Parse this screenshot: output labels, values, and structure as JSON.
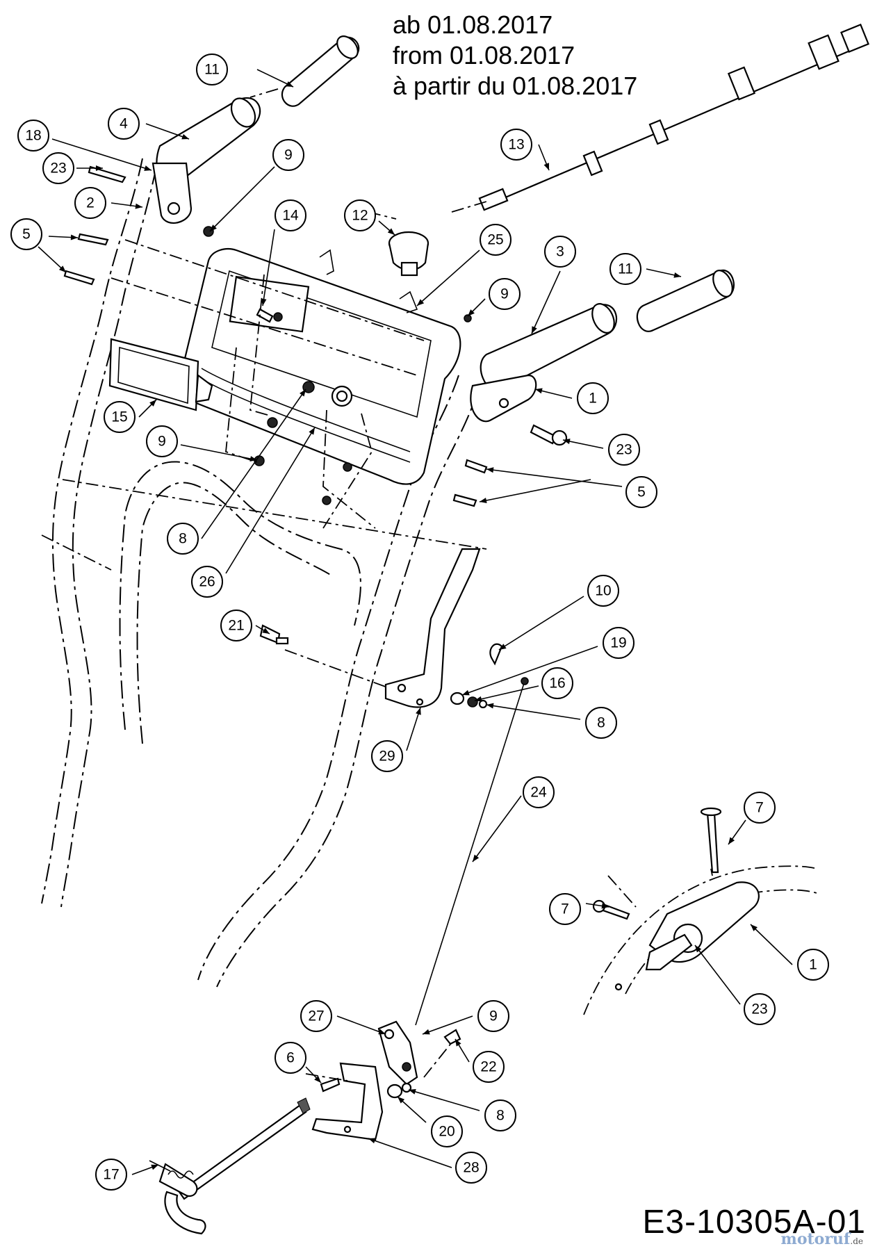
{
  "header": {
    "date_lines": [
      "ab 01.08.2017",
      "from 01.08.2017",
      "à partir du 01.08.2017"
    ]
  },
  "footer": {
    "reference_code": "E3-10305A-01",
    "watermark_main": "motoruf",
    "watermark_domain": ".de"
  },
  "callouts": [
    {
      "id": "c11a",
      "label": "11"
    },
    {
      "id": "c4",
      "label": "4"
    },
    {
      "id": "c18",
      "label": "18"
    },
    {
      "id": "c23a",
      "label": "23"
    },
    {
      "id": "c2",
      "label": "2"
    },
    {
      "id": "c9a",
      "label": "9"
    },
    {
      "id": "c5a",
      "label": "5"
    },
    {
      "id": "c14",
      "label": "14"
    },
    {
      "id": "c12",
      "label": "12"
    },
    {
      "id": "c13",
      "label": "13"
    },
    {
      "id": "c25",
      "label": "25"
    },
    {
      "id": "c3",
      "label": "3"
    },
    {
      "id": "c11b",
      "label": "11"
    },
    {
      "id": "c9b",
      "label": "9"
    },
    {
      "id": "c1a",
      "label": "1"
    },
    {
      "id": "c23b",
      "label": "23"
    },
    {
      "id": "c5b",
      "label": "5"
    },
    {
      "id": "c15",
      "label": "15"
    },
    {
      "id": "c9c",
      "label": "9"
    },
    {
      "id": "c8a",
      "label": "8"
    },
    {
      "id": "c26",
      "label": "26"
    },
    {
      "id": "c21",
      "label": "21"
    },
    {
      "id": "c10",
      "label": "10"
    },
    {
      "id": "c19",
      "label": "19"
    },
    {
      "id": "c16",
      "label": "16"
    },
    {
      "id": "c8b",
      "label": "8"
    },
    {
      "id": "c29",
      "label": "29"
    },
    {
      "id": "c24",
      "label": "24"
    },
    {
      "id": "c7a",
      "label": "7"
    },
    {
      "id": "c7b",
      "label": "7"
    },
    {
      "id": "c1b",
      "label": "1"
    },
    {
      "id": "c23c",
      "label": "23"
    },
    {
      "id": "c27",
      "label": "27"
    },
    {
      "id": "c9d",
      "label": "9"
    },
    {
      "id": "c6",
      "label": "6"
    },
    {
      "id": "c22",
      "label": "22"
    },
    {
      "id": "c8c",
      "label": "8"
    },
    {
      "id": "c20",
      "label": "20"
    },
    {
      "id": "c17",
      "label": "17"
    },
    {
      "id": "c28",
      "label": "28"
    }
  ]
}
